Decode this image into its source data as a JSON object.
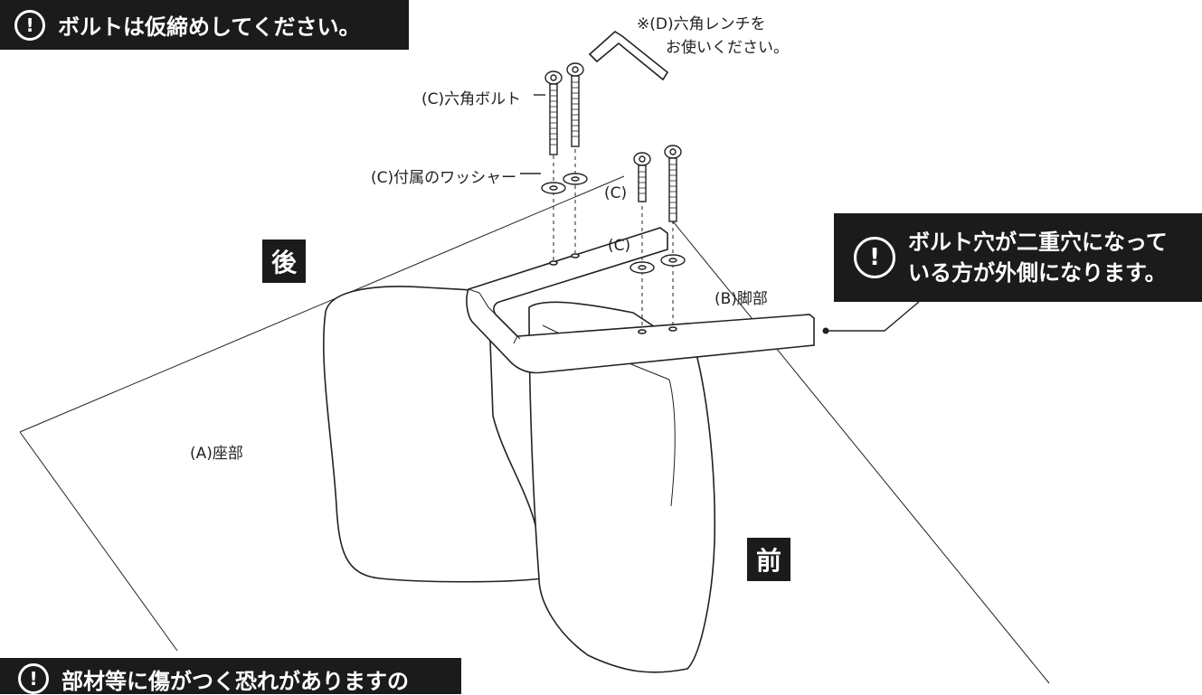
{
  "notices": {
    "top": {
      "icon": "exclamation-circle-icon",
      "glyph": "!",
      "text": "ボルトは仮締めしてください。"
    },
    "right": {
      "icon": "exclamation-circle-icon",
      "glyph": "!",
      "line1": "ボルト穴が二重穴になって",
      "line2": "いる方が外側になります。"
    },
    "bottom": {
      "icon": "exclamation-circle-icon",
      "glyph": "!",
      "text": "部材等に傷がつく恐れがありますの"
    }
  },
  "labels": {
    "wrench_line1": "※(D)六角レンチを",
    "wrench_line2": "お使いください。",
    "hex_bolt": "(C)六角ボルト",
    "washer": "(C)付属のワッシャー",
    "c_upper": "(C)",
    "c_lower": "(C)",
    "leg": "(B)脚部",
    "seat": "(A)座部"
  },
  "directions": {
    "back": "後",
    "front": "前"
  },
  "colors": {
    "notice_bg": "#1b1b1b",
    "line": "#222222",
    "background": "#ffffff"
  }
}
